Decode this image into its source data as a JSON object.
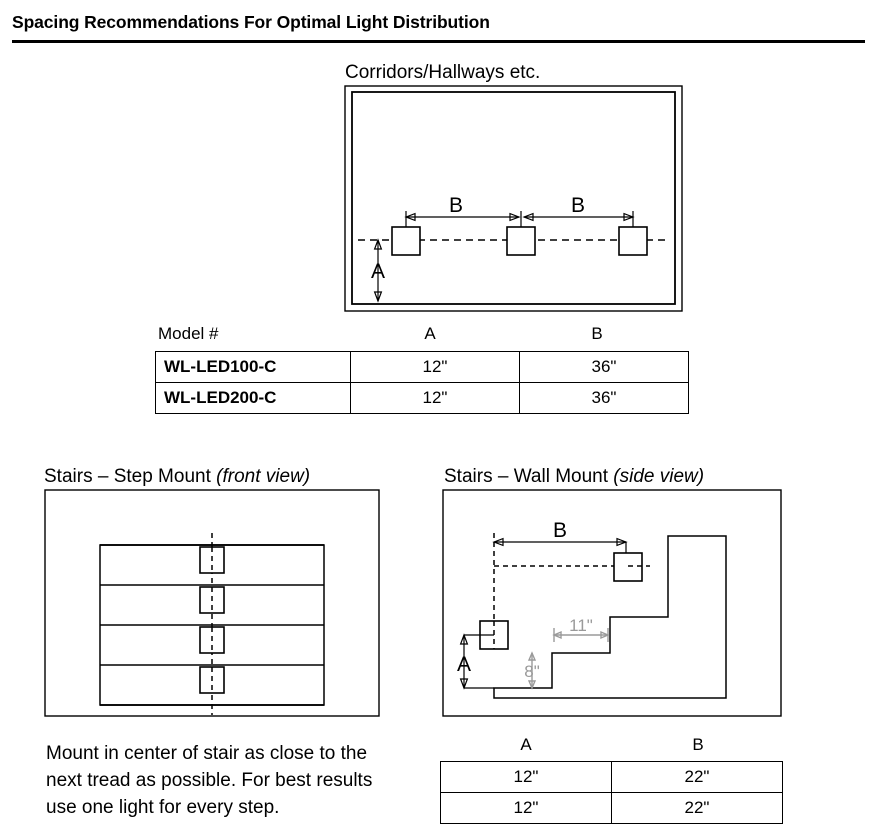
{
  "page": {
    "title": "Spacing Recommendations For Optimal Light Distribution"
  },
  "corridor": {
    "caption": "Corridors/Hallways etc.",
    "dim_a_label": "A",
    "dim_b_label_1": "B",
    "dim_b_label_2": "B",
    "fixture_count": 3
  },
  "corridor_table": {
    "headers": [
      "Model #",
      "A",
      "B"
    ],
    "rows": [
      {
        "model": "WL-LED100-C",
        "a": "12\"",
        "b": "36\""
      },
      {
        "model": "WL-LED200-C",
        "a": "12\"",
        "b": "36\""
      }
    ]
  },
  "step_mount": {
    "caption_main": "Stairs – Step Mount ",
    "caption_italic": "(front view)",
    "step_count": 4,
    "note": "Mount in center of stair as close to the next tread as possible. For best results use one light for every step."
  },
  "wall_mount": {
    "caption_main": "Stairs – Wall Mount ",
    "caption_italic": "(side view)",
    "dim_a_label": "A",
    "dim_b_label": "B",
    "riser_label": "8\"",
    "tread_label": "11\""
  },
  "wall_mount_table": {
    "headers": [
      "A",
      "B"
    ],
    "rows": [
      {
        "a": "12\"",
        "b": "22\""
      },
      {
        "a": "12\"",
        "b": "22\""
      }
    ]
  },
  "colors": {
    "ink": "#000000",
    "gray_dim": "#9a9a9a",
    "paper": "#ffffff"
  }
}
